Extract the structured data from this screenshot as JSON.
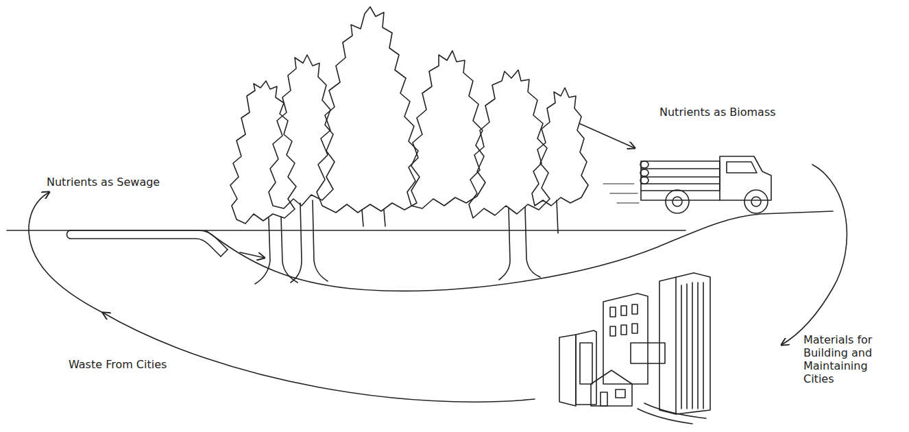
{
  "diagram": {
    "labels": [
      "Nutrients as Sewage",
      "Nutrients as Biomass",
      "Materials for Building and Maintaining Cities",
      "Waste From Cities"
    ]
  }
}
